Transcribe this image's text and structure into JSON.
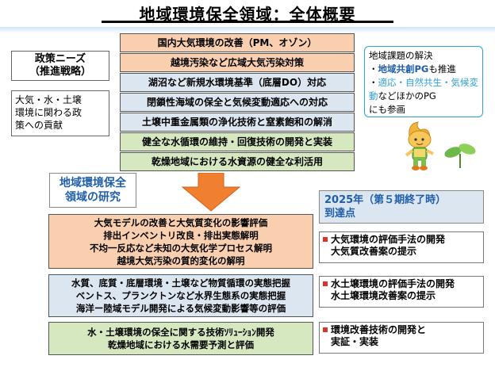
{
  "title": "地域環境保全領域：全体概要",
  "policy_needs": {
    "heading_line1": "政策ニーズ",
    "heading_line2": "（推進戦略）",
    "contribution": [
      "大気・水・土壌",
      "環境に関わる政",
      "策への貢献"
    ]
  },
  "policy_items": [
    {
      "text": "国内大気環境の改善（PM、オゾン）",
      "color": "orange"
    },
    {
      "text": "越境汚染など広域大気汚染対策",
      "color": "orange"
    },
    {
      "text": "湖沼など新規水環境基準（底層DO）対応",
      "color": "blue"
    },
    {
      "text": "閉鎖性海域の保全と気候変動適応への対応",
      "color": "blue"
    },
    {
      "text": "土壌中重金属類の浄化技術と窒素飽和の解消",
      "color": "blue"
    },
    {
      "text": "健全な水循環の維持・回復技術の開発と実装",
      "color": "green"
    },
    {
      "text": "乾燥地域における水資源の健全な利活用",
      "color": "green"
    }
  ],
  "regional_note": {
    "line1": "地域課題の解決",
    "line2_prefix": "・",
    "line2_highlight": "地域共創PG",
    "line2_suffix": "も推進",
    "line3_prefix": "・",
    "line3_highlight": "適応・自然共生・気候変動",
    "line3_suffix": "などほかのPG",
    "line4": "にも参画"
  },
  "research_label": [
    "地域環境保全",
    "領域の研究"
  ],
  "target": {
    "line1": "2025年（第５期終了時）",
    "line2": "到達点"
  },
  "research_items": [
    {
      "color": "orange",
      "lines": [
        "大気モデルの改善と大気質変化の影響評価",
        "排出インベントリ改良・排出実態解明",
        "不均一反応など未知の大気化学プロセス解明",
        "越境大気汚染の質的変化の解明"
      ]
    },
    {
      "color": "blue",
      "lines": [
        "水質、底質・底層環境・土壌など物質循環の実態把握",
        "ベントス、プランクトンなど水界生態系の実態把握",
        "海洋ー陸域モデル開発による気候変動影響等の評価"
      ]
    },
    {
      "color": "green",
      "lines": [
        "水・土壌環境の保全に関する技術ｿﾘｭｰｼｮﾝ開発",
        "乾燥地域における水需要予測と評価"
      ]
    }
  ],
  "outcomes": [
    [
      "大気環境の評価手法の開発",
      "大気質改善案の提示"
    ],
    [
      "水土壌環境の評価手法の開発",
      "水土壌環境改善案の提示"
    ],
    [
      "環境改善技術の開発と",
      "実証・実装"
    ]
  ],
  "colors": {
    "orange": "#f9cfb0",
    "blue": "#dce6f1",
    "green": "#d6e8c0",
    "accent_blue": "#1f5ea8",
    "highlight_blue": "#2fa0d8",
    "arrow": "#f08030",
    "marker_red": "#e0322c"
  },
  "icons": [
    "character-mascot-icon",
    "sprout-icon",
    "down-arrow-icon",
    "red-square-marker-icon"
  ]
}
